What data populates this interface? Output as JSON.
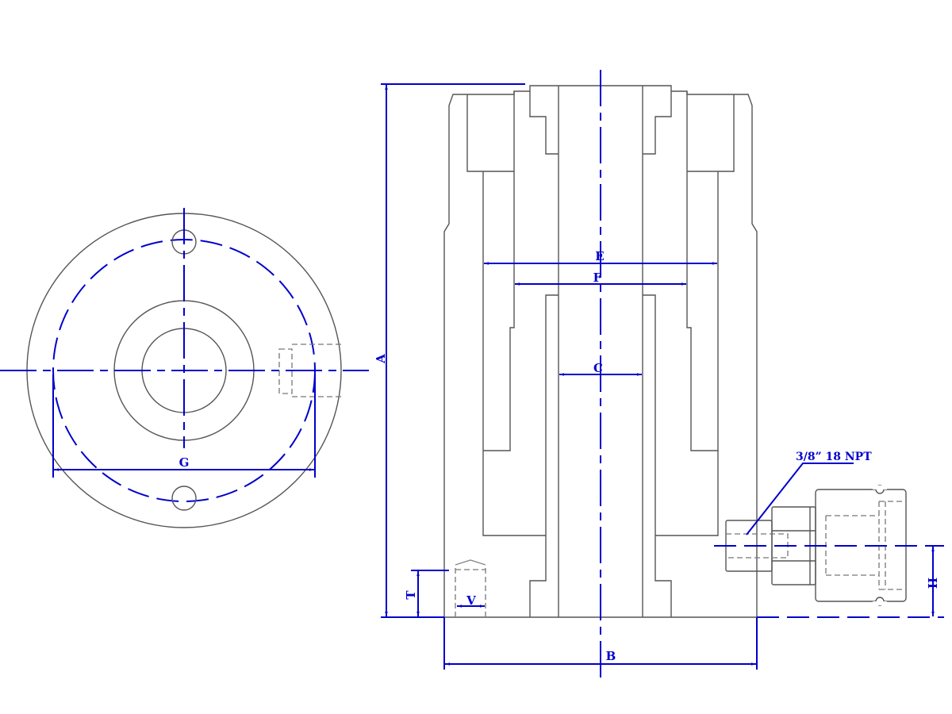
{
  "drawing": {
    "title": "Hollow cylinder dimension drawing",
    "colors": {
      "dimension": "#0000cc",
      "outline": "#555555"
    },
    "labels": {
      "A": "A",
      "B": "B",
      "C": "C",
      "E": "E",
      "F": "F",
      "G": "G",
      "H": "H",
      "T": "T",
      "V": "V",
      "port": "3/8” 18 NPT"
    }
  }
}
